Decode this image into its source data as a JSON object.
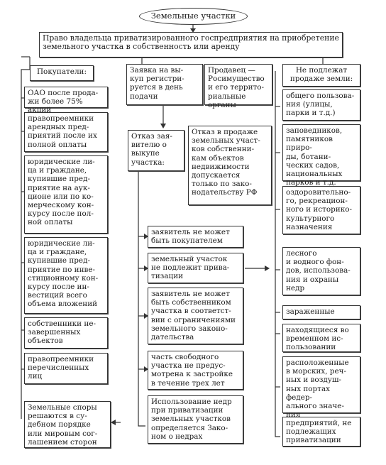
{
  "title": "Земельные участки",
  "right_header": "Право владельца приватизированного госпредприятия на приобретение\nземельного участка в собственность или аренду",
  "buyers": {
    "header": "Покупатели:",
    "items": [
      "ОАО после прода-\nжи более 75% акций",
      "правопреемники\nарендных пред-\nприятий после их\nполной оплаты",
      "юридические ли-\nца и граждане,\nкупившие пред-\nприятие на аук-\nционе или по ко-\nмерческому кон-\nкурсу после пол-\nной оплаты",
      "юридические ли-\nца и граждане,\nкупившие пред-\nприятие по инве-\nстиционному кон-\nкурсу после ин-\nвестиций всего\nобъема вложений",
      "собственники не-\nзавершенных\nобъектов",
      "правопреемники\nперечисленных\nлиц"
    ]
  },
  "disputes": "Земельные споры\nрешаются в су-\nдебном порядке\nили мировым сог-\nлашением сторон",
  "application": "Заявка на вы-\nкуп регистри-\nруется в день\nподачи",
  "seller": "Продавец —\nРосимущество\nи его террито-\nриальные органы",
  "refusal_header": "Отказ зая-\nвителю о\nвыкупе\nучастка:",
  "refusal_note": "Отказ в продаже\nземельных участ-\nков собственни-\nкам объектов\nнедвижимости\nдопускается\nтолько по зако-\nнодательству РФ",
  "refusal_reasons": [
    "заявитель не может\nбыть покупателем",
    "земельный участок\nне подлежит прива-\nтизации",
    "заявитель не может\nбыть собственником\nучастка в соответст-\nвии с ограничениями\nземельного законо-\nдательства",
    "часть свободного\nучастка не предус-\nмотрена к застройке\nв течение трех лет"
  ],
  "subsoil": "Использование недр\nпри приватизации\nземельных участков\nопределяется Зако-\nном о недрах",
  "not_sold": {
    "header": "Не подлежат\nпродаже земли:",
    "items": [
      "общего пользова-\nния (улицы,\nпарки и т.д.)",
      "заповедников,\nпамятников приро-\nды, ботани-\nческих садов,\nнациональных\nпарков и т.д.",
      "оздоровительно-\nго, рекреацион-\nного и историко-\nкультурного\nназначения",
      "лесного\nи водного фон-\nдов, использова-\nния и охраны\nнедр",
      "зараженные",
      "находящиеся во\nвременном ис-\nпользовании",
      "расположенные\nв морских, реч-\nных и воздуш-\nных портах федер-\nального значе-\nния",
      "предприятий, не\nподлежащих\nприватизации"
    ]
  }
}
